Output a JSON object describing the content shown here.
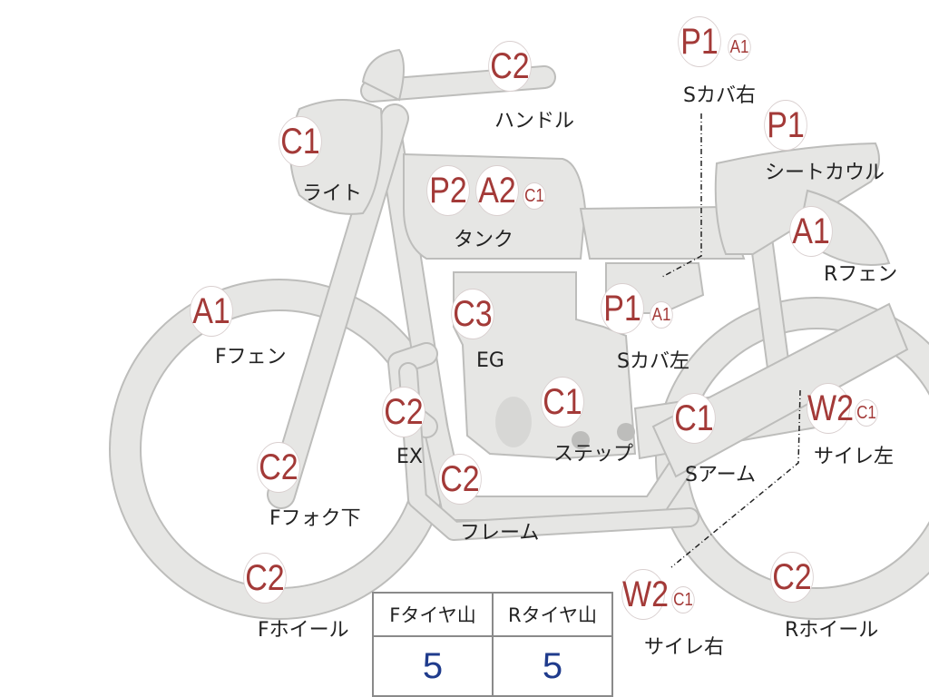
{
  "parts": [
    {
      "id": "handle",
      "grades": [
        {
          "code": "C2",
          "size": "large"
        }
      ],
      "label": "ハンドル"
    },
    {
      "id": "light",
      "grades": [
        {
          "code": "C1",
          "size": "large"
        }
      ],
      "label": "ライト"
    },
    {
      "id": "tank",
      "grades": [
        {
          "code": "P2",
          "size": "large"
        },
        {
          "code": "A2",
          "size": "large"
        },
        {
          "code": "C1",
          "size": "small"
        }
      ],
      "label": "タンク"
    },
    {
      "id": "side-cover-right",
      "grades": [
        {
          "code": "P1",
          "size": "large"
        },
        {
          "code": "A1",
          "size": "small"
        }
      ],
      "label": "Sカバ右"
    },
    {
      "id": "seat-cowl",
      "grades": [
        {
          "code": "P1",
          "size": "large"
        }
      ],
      "label": "シートカウル"
    },
    {
      "id": "rear-fender",
      "grades": [
        {
          "code": "A1",
          "size": "large"
        }
      ],
      "label": "Rフェン"
    },
    {
      "id": "front-fender",
      "grades": [
        {
          "code": "A1",
          "size": "large"
        }
      ],
      "label": "Fフェン"
    },
    {
      "id": "engine",
      "grades": [
        {
          "code": "C3",
          "size": "large"
        }
      ],
      "label": "EG"
    },
    {
      "id": "side-cover-left",
      "grades": [
        {
          "code": "P1",
          "size": "large"
        },
        {
          "code": "A1",
          "size": "small"
        }
      ],
      "label": "Sカバ左"
    },
    {
      "id": "exhaust",
      "grades": [
        {
          "code": "C2",
          "size": "large"
        }
      ],
      "label": "EX"
    },
    {
      "id": "step",
      "grades": [
        {
          "code": "C1",
          "size": "large"
        }
      ],
      "label": "ステップ"
    },
    {
      "id": "swing-arm",
      "grades": [
        {
          "code": "C1",
          "size": "large"
        }
      ],
      "label": "Sアーム"
    },
    {
      "id": "muffler-left",
      "grades": [
        {
          "code": "W2",
          "size": "large"
        },
        {
          "code": "C1",
          "size": "small"
        }
      ],
      "label": "サイレ左"
    },
    {
      "id": "front-fork",
      "grades": [
        {
          "code": "C2",
          "size": "large"
        }
      ],
      "label": "Fフォク下"
    },
    {
      "id": "frame",
      "grades": [
        {
          "code": "C2",
          "size": "large"
        }
      ],
      "label": "フレーム"
    },
    {
      "id": "front-wheel",
      "grades": [
        {
          "code": "C2",
          "size": "large"
        }
      ],
      "label": "Fホイール"
    },
    {
      "id": "muffler-right",
      "grades": [
        {
          "code": "W2",
          "size": "large"
        },
        {
          "code": "C1",
          "size": "small"
        }
      ],
      "label": "サイレ右"
    },
    {
      "id": "rear-wheel",
      "grades": [
        {
          "code": "C2",
          "size": "large"
        }
      ],
      "label": "Rホイール"
    }
  ],
  "tire_table": {
    "headers": [
      "Fタイヤ山",
      "Rタイヤ山"
    ],
    "values": [
      "5",
      "5"
    ]
  },
  "colors": {
    "grade_text": "#a33a38",
    "tire_value": "#1f3b8c",
    "bike_fill": "#e6e6e4",
    "bike_stroke": "#bdbdbb"
  }
}
